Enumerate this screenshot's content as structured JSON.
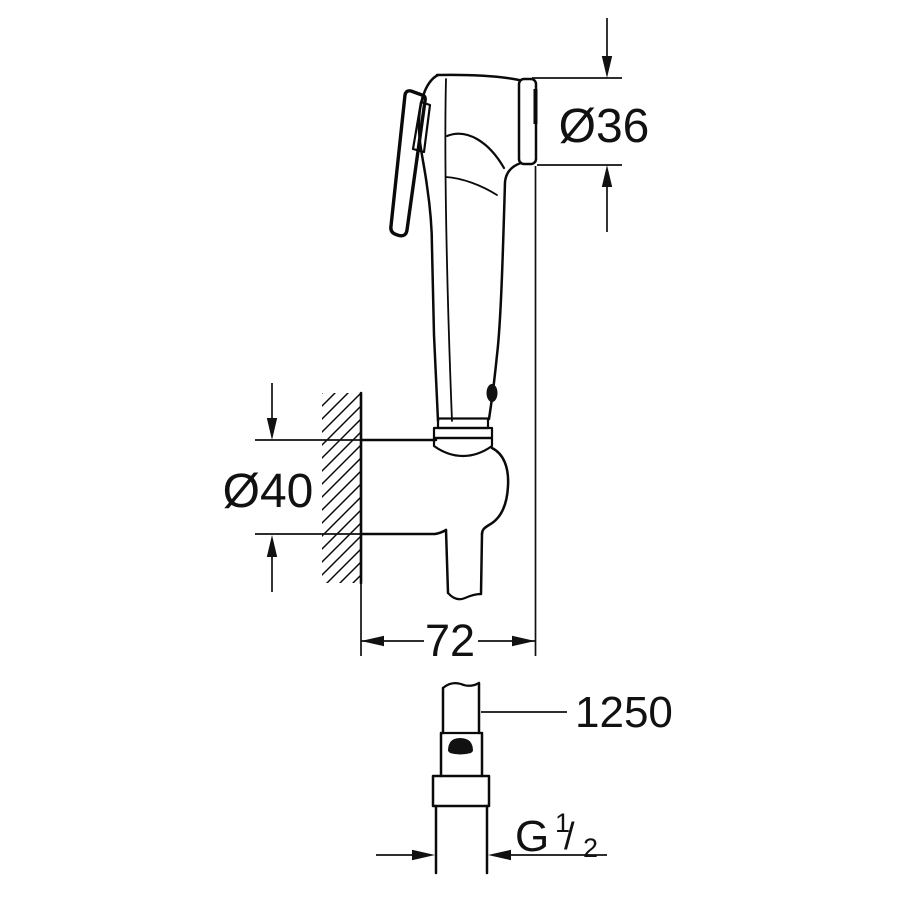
{
  "page": {
    "background_color": "#ffffff",
    "line_color": "#111111"
  },
  "drawing": {
    "labels": {
      "head_diameter": "Ø36",
      "holder_diameter": "Ø40",
      "holder_depth": "72",
      "hose_length": "1250",
      "thread_letter": "G",
      "thread_numerator": "1",
      "thread_slash": "/",
      "thread_denominator": "2"
    }
  }
}
